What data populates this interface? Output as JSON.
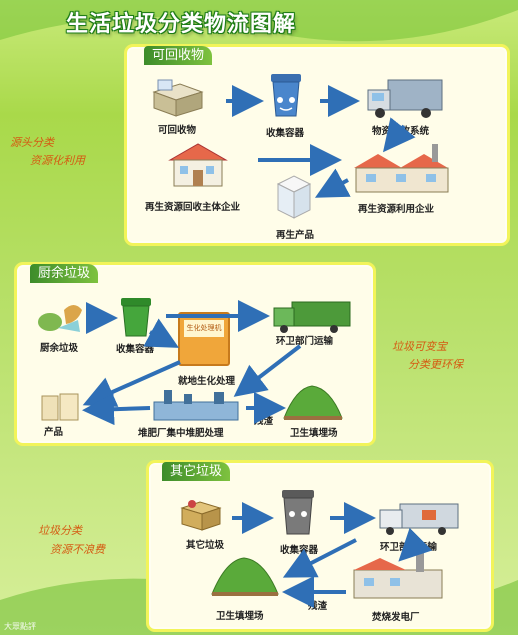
{
  "title": "生活垃圾分类物流图解",
  "side_notes": {
    "note1_line1": "源头分类",
    "note1_line2": "资源化利用",
    "note2_line1": "垃圾可变宝",
    "note2_line2": "分类更环保",
    "note3_line1": "垃圾分类",
    "note3_line2": "资源不浪费"
  },
  "section1": {
    "tab": "可回收物",
    "recyclables": "可回收物",
    "container": "收集容器",
    "recycle_system": "物资回收系统",
    "recycle_company": "再生资源回收主体企业",
    "use_company": "再生资源利用企业",
    "product": "再生产品"
  },
  "section2": {
    "tab": "厨余垃圾",
    "kitchen": "厨余垃圾",
    "container": "收集容器",
    "transport": "环卫部门运输",
    "local_bio": "就地生化处理",
    "product": "产品",
    "compost": "堆肥厂集中堆肥处理",
    "residue": "残渣",
    "landfill": "卫生填埋场",
    "bin_text": "生化处理机"
  },
  "section3": {
    "tab": "其它垃圾",
    "other": "其它垃圾",
    "container": "收集容器",
    "transport": "环卫部门运输",
    "landfill": "卫生填埋场",
    "residue": "残渣",
    "incineration": "焚烧发电厂"
  },
  "watermark": "大眾點評"
}
